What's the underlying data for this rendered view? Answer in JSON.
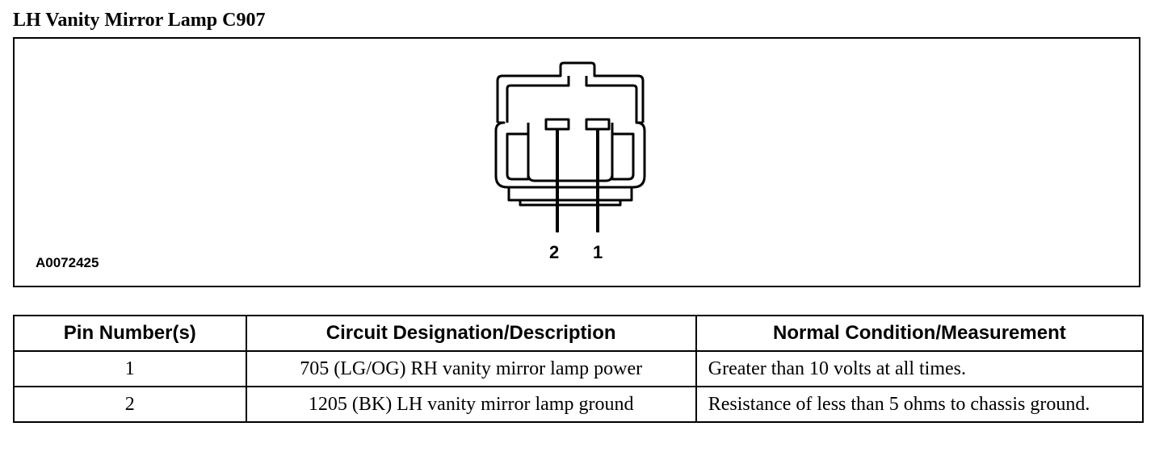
{
  "title": "LH Vanity Mirror Lamp C907",
  "figure": {
    "id": "A0072425",
    "pin_labels": [
      "2",
      "1"
    ]
  },
  "table": {
    "headers": [
      "Pin Number(s)",
      "Circuit Designation/Description",
      "Normal Condition/Measurement"
    ],
    "rows": [
      {
        "pin": "1",
        "circuit": "705 (LG/OG) RH vanity mirror lamp power",
        "condition": "Greater than 10 volts at all times."
      },
      {
        "pin": "2",
        "circuit": "1205 (BK) LH vanity mirror lamp ground",
        "condition": "Resistance of less than 5 ohms to chassis ground."
      }
    ]
  }
}
